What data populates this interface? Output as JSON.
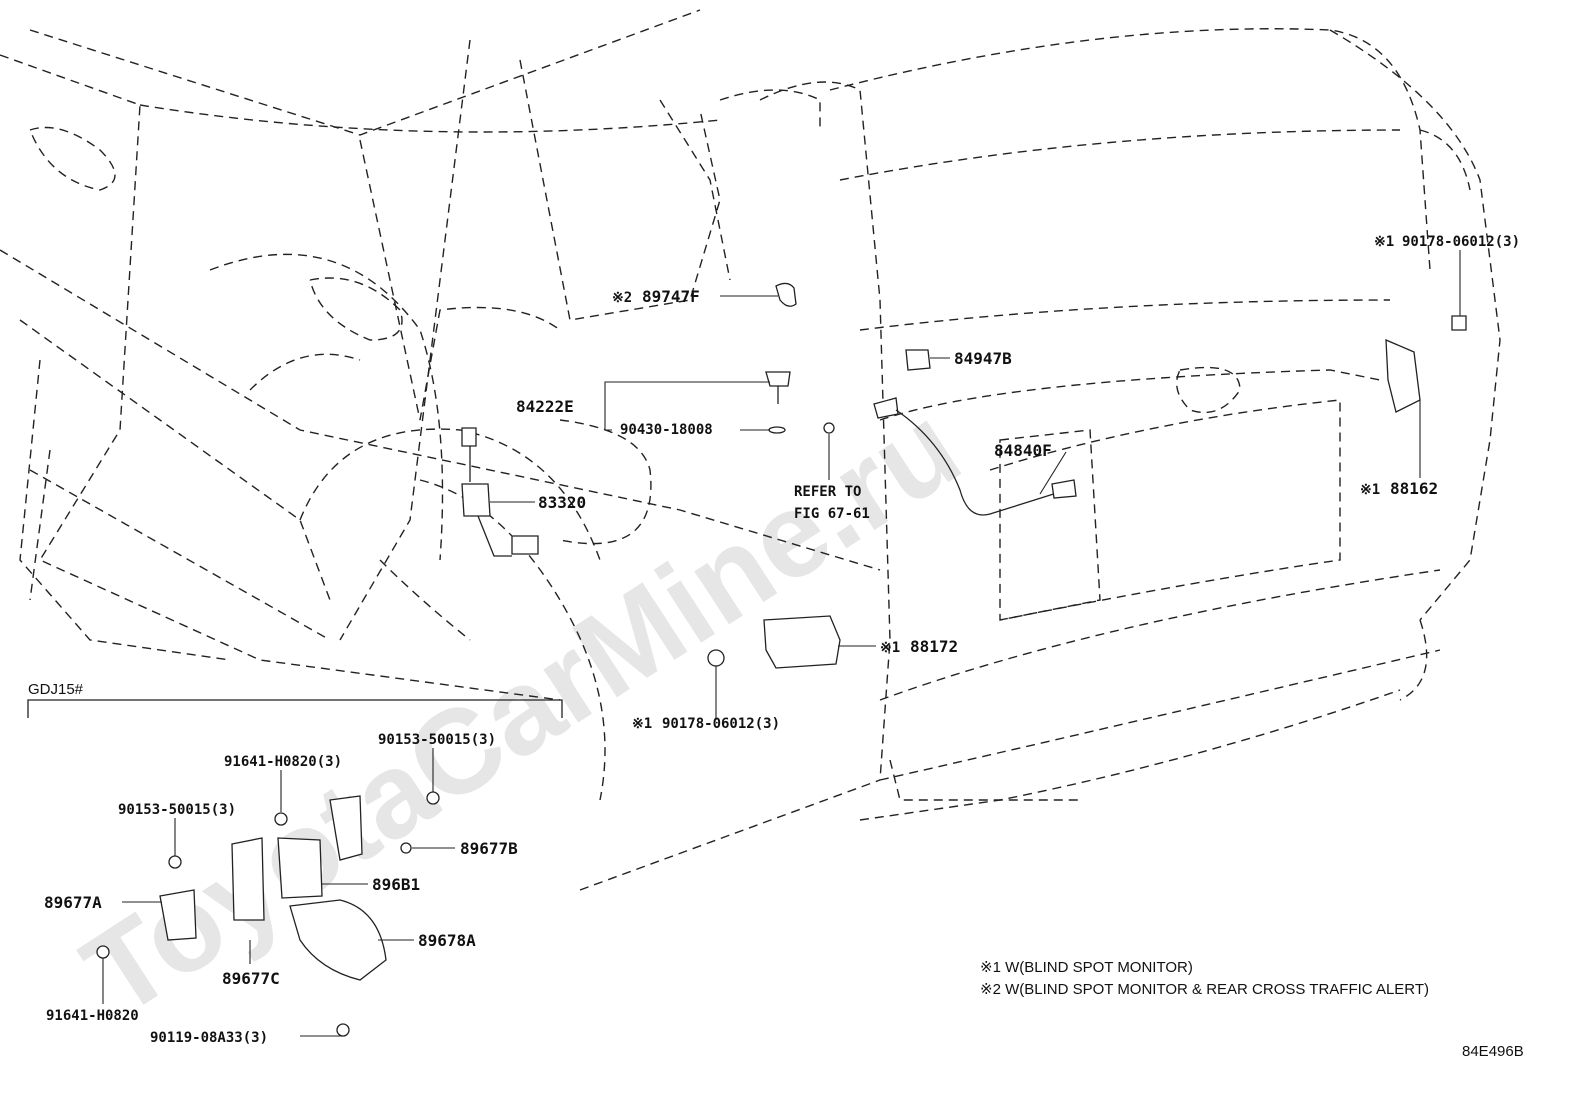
{
  "watermark": "ToyotaCarMine.ru",
  "diagram_code": "84E496B",
  "section_label": "GDJ15#",
  "parts": {
    "p89747F": "89747F",
    "p89747F_mark": "※2",
    "p84222E": "84222E",
    "p90430": "90430-18008",
    "p83320": "83320",
    "p84947B": "84947B",
    "p84840F": "84840F",
    "p88162": "88162",
    "p88162_mark": "※1",
    "p90178_top": "90178-06012(3)",
    "p90178_top_mark": "※1",
    "p88172": "88172",
    "p88172_mark": "※1",
    "p90178_bot": "90178-06012(3)",
    "p90178_bot_mark": "※1",
    "refer_1": "REFER TO",
    "refer_2": "FIG 67-61",
    "p90153_a": "90153-50015(3)",
    "p91641_a": "91641-H0820(3)",
    "p90153_b": "90153-50015(3)",
    "p89677B": "89677B",
    "p896B1": "896B1",
    "p89677A": "89677A",
    "p89678A": "89678A",
    "p89677C": "89677C",
    "p91641_b": "91641-H0820",
    "p90119": "90119-08A33(3)"
  },
  "notes": [
    "※1 W(BLIND SPOT MONITOR)",
    "※2 W(BLIND SPOT MONITOR & REAR CROSS TRAFFIC ALERT)"
  ]
}
